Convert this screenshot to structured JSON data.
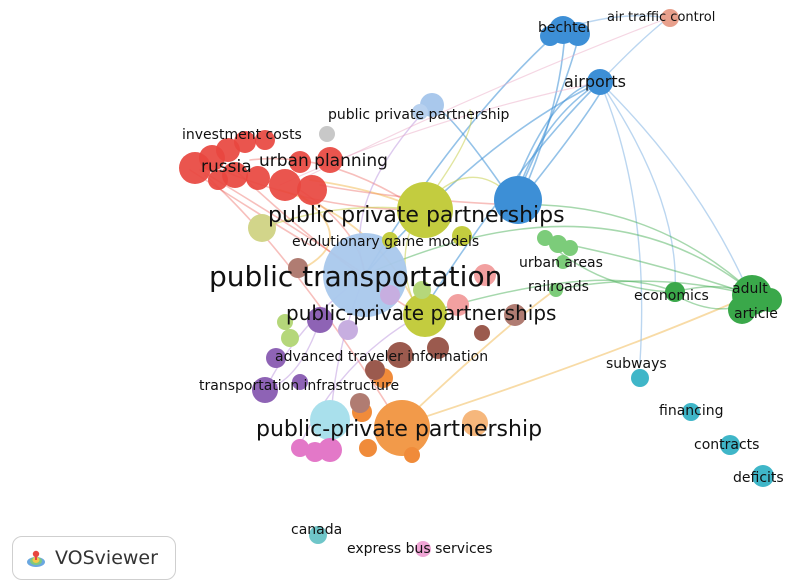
{
  "app": {
    "brand_label": "VOSviewer",
    "brand_icon": "vosviewer-logo-icon"
  },
  "clusters": {
    "red": "#e8473f",
    "yellow_green": "#c3cc3f",
    "blue": "#3d8fd6",
    "green": "#3aa84a",
    "light_blue": "#a9c8ec",
    "purple": "#8e63b5",
    "brown": "#9b5a4e",
    "orange": "#f08b3a",
    "teal": "#3fb6c8",
    "pink": "#e378c8",
    "light_green": "#b5d77a",
    "salmon": "#f2a0a0",
    "gray": "#bdbdbd"
  },
  "nodes": [
    {
      "id": "public-transportation",
      "label": "public transportation",
      "cluster": "light_blue",
      "weight": 10
    },
    {
      "id": "public-private-partnerships",
      "label": "public private partnerships",
      "cluster": "yellow_green",
      "weight": 8
    },
    {
      "id": "public-private-partnership-dash",
      "label": "public-private partnership",
      "cluster": "orange",
      "weight": 8
    },
    {
      "id": "public-private-partnerships-dash",
      "label": "public-private partnerships",
      "cluster": "yellow_green",
      "weight": 6
    },
    {
      "id": "urban-planning",
      "label": "urban planning",
      "cluster": "red",
      "weight": 5
    },
    {
      "id": "russia",
      "label": "russia",
      "cluster": "red",
      "weight": 5
    },
    {
      "id": "investment-costs",
      "label": "investment costs",
      "cluster": "gray",
      "weight": 2
    },
    {
      "id": "public-private-partnership-space",
      "label": "public private partnership",
      "cluster": "light_blue",
      "weight": 2
    },
    {
      "id": "evolutionary-game-models",
      "label": "evolutionary game models",
      "cluster": "yellow_green",
      "weight": 2
    },
    {
      "id": "urban-areas",
      "label": "urban areas",
      "cluster": "green",
      "weight": 2
    },
    {
      "id": "railroads",
      "label": "railroads",
      "cluster": "green",
      "weight": 2
    },
    {
      "id": "advanced-traveler-information",
      "label": "advanced traveler information",
      "cluster": "brown",
      "weight": 2
    },
    {
      "id": "transportation-infrastructure",
      "label": "transportation infrastructure",
      "cluster": "purple",
      "weight": 3
    },
    {
      "id": "bechtel",
      "label": "bechtel",
      "cluster": "blue",
      "weight": 4
    },
    {
      "id": "air-traffic-control",
      "label": "air traffic control",
      "cluster": "salmon",
      "weight": 2
    },
    {
      "id": "airports",
      "label": "airports",
      "cluster": "blue",
      "weight": 4
    },
    {
      "id": "economics",
      "label": "economics",
      "cluster": "green",
      "weight": 3
    },
    {
      "id": "adult",
      "label": "adult",
      "cluster": "green",
      "weight": 4
    },
    {
      "id": "article",
      "label": "article",
      "cluster": "green",
      "weight": 2
    },
    {
      "id": "subways",
      "label": "subways",
      "cluster": "teal",
      "weight": 2
    },
    {
      "id": "financing",
      "label": "financing",
      "cluster": "teal",
      "weight": 2
    },
    {
      "id": "contracts",
      "label": "contracts",
      "cluster": "teal",
      "weight": 2
    },
    {
      "id": "deficits",
      "label": "deficits",
      "cluster": "teal",
      "weight": 2
    },
    {
      "id": "canada",
      "label": "canada",
      "cluster": "teal",
      "weight": 2
    },
    {
      "id": "express-bus-services",
      "label": "express bus services",
      "cluster": "pink",
      "weight": 2
    }
  ]
}
